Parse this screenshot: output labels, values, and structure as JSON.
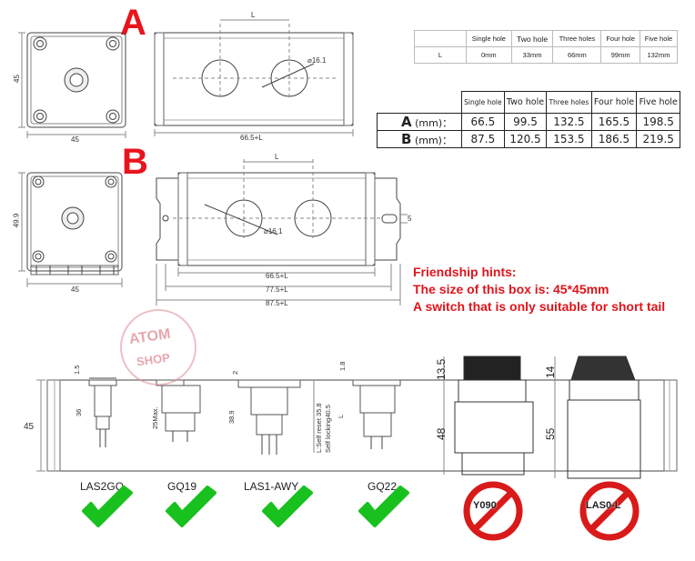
{
  "section_a": {
    "letter": "A"
  },
  "section_b": {
    "letter": "B"
  },
  "dims_a": {
    "height": "45",
    "width": "45",
    "length": "66.5+L",
    "hole": "16.1",
    "spacing": "L"
  },
  "dims_b": {
    "height": "49.9",
    "width": "45",
    "length1": "66.5+L",
    "length2": "77.5+L",
    "length3": "87.5+L",
    "hole": "16.1",
    "spacing": "L",
    "slot": "5"
  },
  "l_table": {
    "headers": [
      "Single hole",
      "Two hole",
      "Three holes",
      "Four hole",
      "Five hole"
    ],
    "row_label": "L",
    "values": [
      "0mm",
      "33mm",
      "66mm",
      "99mm",
      "132mm"
    ]
  },
  "size_table": {
    "headers": [
      "Single hole",
      "Two hole",
      "Three holes",
      "Four hole",
      "Five hole"
    ],
    "rows": [
      {
        "label": "A",
        "unit": "(mm)：",
        "values": [
          "66.5",
          "99.5",
          "132.5",
          "165.5",
          "198.5"
        ]
      },
      {
        "label": "B",
        "unit": "(mm)：",
        "values": [
          "87.5",
          "120.5",
          "153.5",
          "186.5",
          "219.5"
        ]
      }
    ]
  },
  "hints": {
    "title": "Friendship hints:",
    "line1": "The size of this box is: 45*45mm",
    "line2": "A switch that is only suitable for short tail"
  },
  "watermark": {
    "top": "ATOM",
    "bottom": "SHOP"
  },
  "side_dims": {
    "box_height": "45",
    "d15": "1.5",
    "d36": "36",
    "gq19_dim": "25Max.",
    "d2": "2",
    "d389": "38.9",
    "las1_note1": "L:Self reset 35.8",
    "las1_note2": "Self locking40.5",
    "d18": "1.8",
    "gq22_l": "L",
    "y090_top": "13.5",
    "y090_body": "48",
    "las0_top": "14",
    "las0_body": "55"
  },
  "switches": [
    {
      "name": "LAS2GQ",
      "ok": true
    },
    {
      "name": "GQ19",
      "ok": true
    },
    {
      "name": "LAS1-AWY",
      "ok": true
    },
    {
      "name": "GQ22",
      "ok": true
    },
    {
      "name": "Y090",
      "ok": false
    },
    {
      "name": "LAS0-L",
      "ok": false
    }
  ],
  "colors": {
    "accent_red": "#e8141c",
    "check_green": "#19c11f",
    "line": "#444444"
  }
}
